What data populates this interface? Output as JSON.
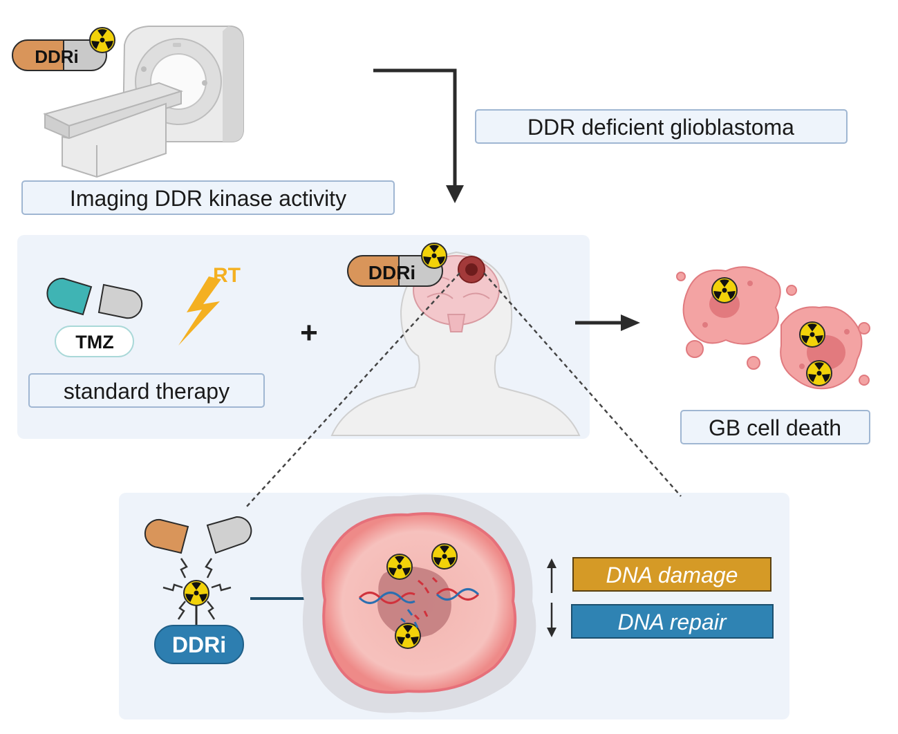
{
  "labels": {
    "ddri_top": "DDRi",
    "imaging": "Imaging DDR kinase activity",
    "deficient": "DDR deficient glioblastoma",
    "rt": "RT",
    "tmz": "TMZ",
    "standard": "standard therapy",
    "plus": "+",
    "ddri_brain": "DDRi",
    "gb_death": "GB cell death",
    "ddri_bottom": "DDRi",
    "dna_damage": "DNA damage",
    "dna_repair": "DNA repair"
  },
  "colors": {
    "panel_bg": "#eef3fa",
    "box_border": "#9fb6d2",
    "box_bg": "#eef4fb",
    "capsule_orange": "#d9955a",
    "capsule_grey": "#c9c9c9",
    "capsule_teal": "#3fb4b4",
    "bolt": "#f4b021",
    "radiation_yellow": "#f2d20a",
    "tumor_pink": "#f3a3a3",
    "cell_pink": "#f08f94",
    "ddri_blue": "#2d7eb0",
    "damage_gold": "#d59a26",
    "repair_blue": "#2f83b3",
    "arrow": "#2b2b2b"
  },
  "icons": [
    "ct-scanner-icon",
    "radiation-icon",
    "capsule-icon",
    "lightning-icon",
    "head-brain-icon",
    "tumor-cell-icon",
    "dna-icon",
    "inhibitor-bar-icon"
  ]
}
